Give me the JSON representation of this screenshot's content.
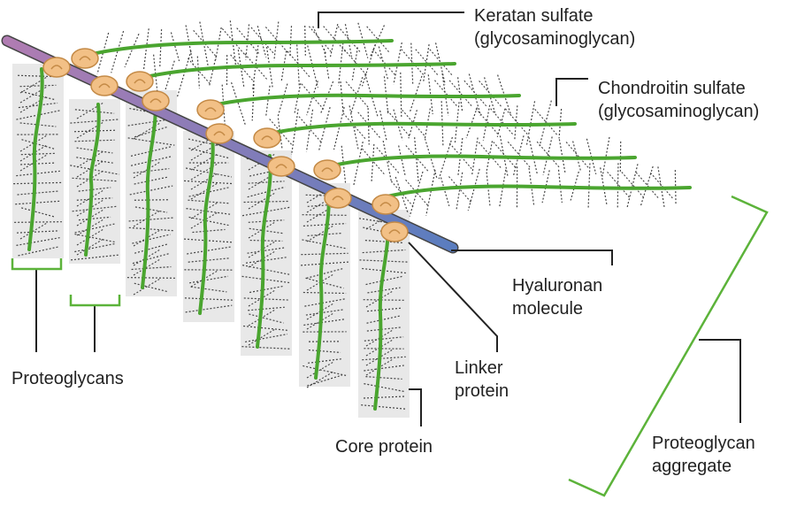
{
  "labels": {
    "keratan": [
      "Keratan sulfate",
      "(glycosaminoglycan)"
    ],
    "chondroitin": [
      "Chondroitin sulfate",
      "(glycosaminoglycan)"
    ],
    "hyaluronan": [
      "Hyaluronan",
      "molecule"
    ],
    "linker": [
      "Linker",
      "protein"
    ],
    "proteoglycans": "Proteoglycans",
    "core": "Core protein",
    "aggregate": [
      "Proteoglycan",
      "aggregate"
    ]
  },
  "colors": {
    "chain_green": "#4aa52f",
    "bracket_green": "#5cb33a",
    "hyaluronan_start": "#b07cb2",
    "hyaluronan_end": "#5a7dbf",
    "linker": "#f2c086",
    "linker_stroke": "#c48a46",
    "panel": "#e8e8e8",
    "gag": "#444444",
    "leader": "#222222"
  }
}
